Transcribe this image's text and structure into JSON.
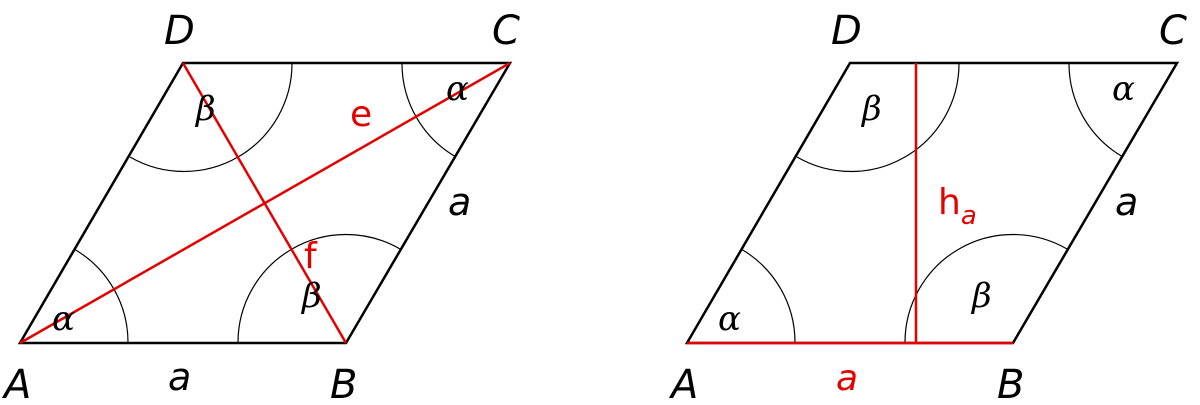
{
  "left": {
    "vertices": {
      "A": "A",
      "B": "B",
      "C": "C",
      "D": "D"
    },
    "sides": {
      "bottom": "a",
      "right": "a"
    },
    "angles": {
      "A": "α",
      "B": "β",
      "C": "α",
      "D": "β"
    },
    "diagonals": {
      "AC": "e",
      "BD": "f"
    }
  },
  "right": {
    "vertices": {
      "A": "A",
      "B": "B",
      "C": "C",
      "D": "D"
    },
    "sides": {
      "bottom": "a",
      "right": "a"
    },
    "angles": {
      "A": "α",
      "B": "β",
      "C": "α",
      "D": "β"
    },
    "height": {
      "label": "h",
      "subscript": "a"
    }
  },
  "colors": {
    "outline": "#000000",
    "highlight": "#e50000"
  }
}
